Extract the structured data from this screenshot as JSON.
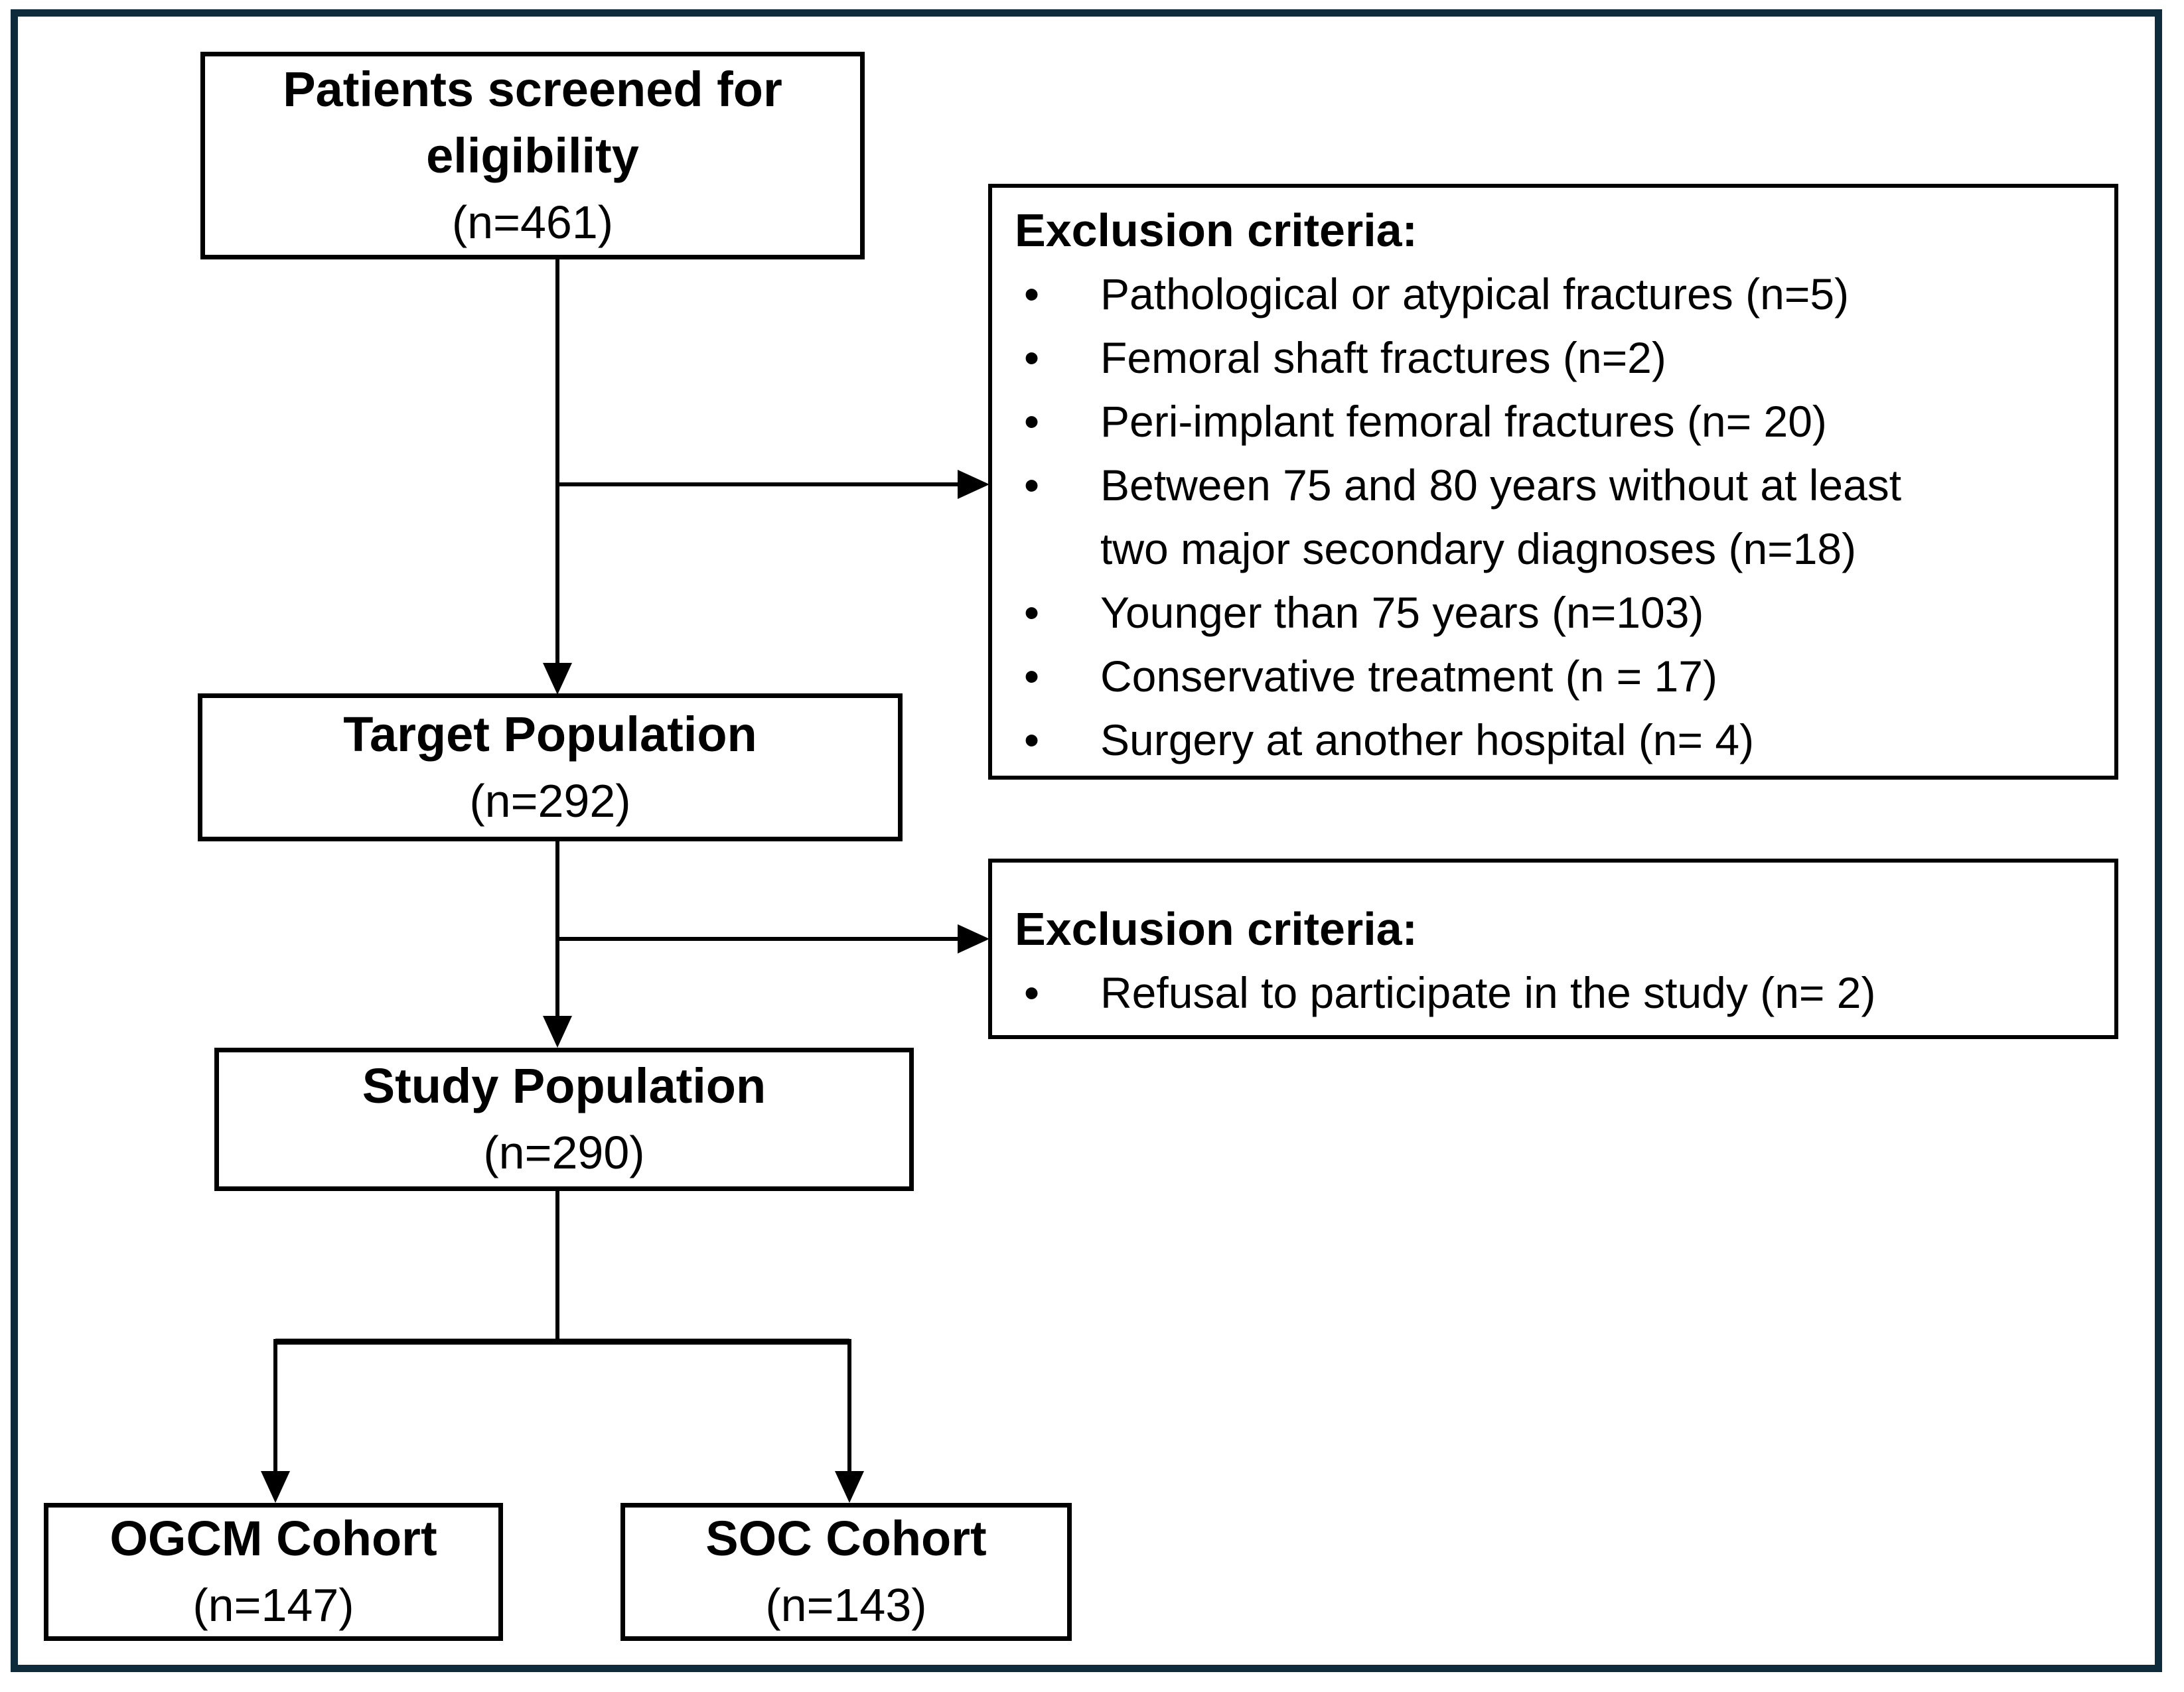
{
  "figure": {
    "type": "study-flow-diagram",
    "bullet_char": "•",
    "colors": {
      "frame_border": "#0e2b3c",
      "box_border": "#000000",
      "line": "#000000",
      "text": "#000000",
      "background": "#ffffff"
    },
    "boxes": {
      "screened": {
        "title_lines": [
          "Patients screened for",
          "eligibility"
        ],
        "count": "(n=461)"
      },
      "target": {
        "title_lines": [
          "Target Population"
        ],
        "count": "(n=292)"
      },
      "study": {
        "title_lines": [
          "Study Population"
        ],
        "count": "(n=290)"
      },
      "ogcm": {
        "title_lines": [
          "OGCM Cohort"
        ],
        "count": "(n=147)"
      },
      "soc": {
        "title_lines": [
          "SOC Cohort"
        ],
        "count": "(n=143)"
      }
    },
    "exclusion_box_1": {
      "heading": "Exclusion criteria:",
      "items": [
        {
          "lines": [
            "Pathological or atypical fractures (n=5)"
          ]
        },
        {
          "lines": [
            "Femoral shaft fractures (n=2)"
          ]
        },
        {
          "lines": [
            "Peri-implant femoral fractures (n= 20)"
          ]
        },
        {
          "lines": [
            "Between 75 and 80 years without at least",
            "two major secondary diagnoses (n=18)"
          ]
        },
        {
          "lines": [
            "Younger than 75 years (n=103)"
          ]
        },
        {
          "lines": [
            "Conservative treatment (n = 17)"
          ]
        },
        {
          "lines": [
            "Surgery at another hospital (n= 4)"
          ]
        }
      ]
    },
    "exclusion_box_2": {
      "heading": "Exclusion criteria:",
      "items": [
        {
          "lines": [
            "Refusal to participate in the study (n= 2)"
          ]
        }
      ]
    }
  }
}
